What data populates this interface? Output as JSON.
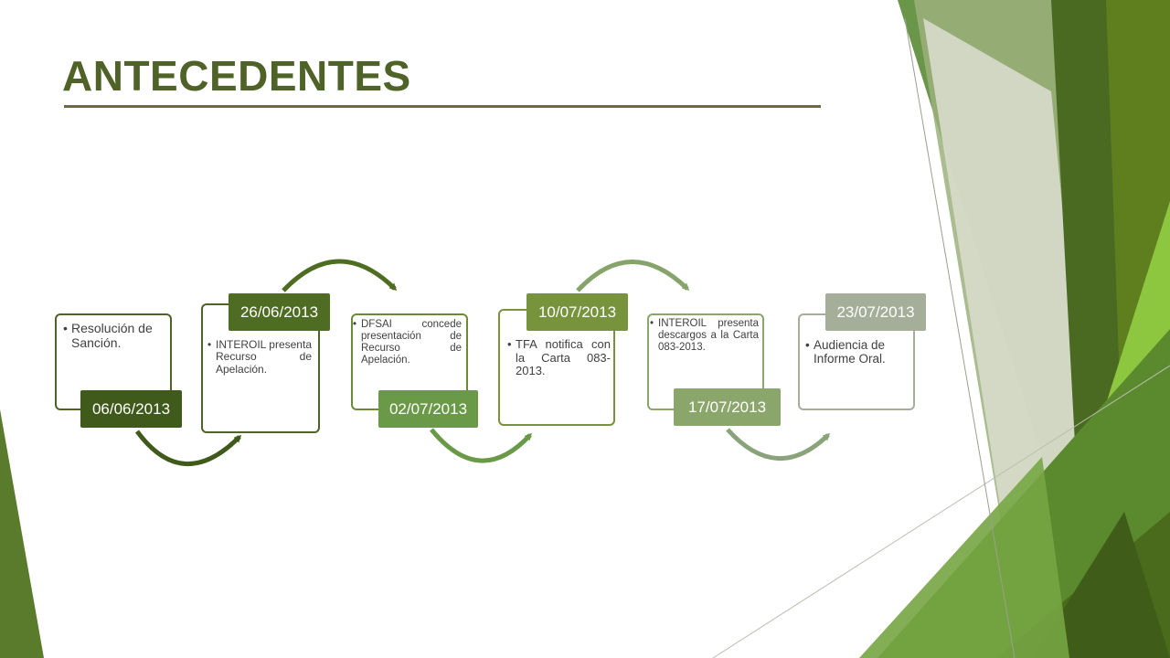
{
  "slide": {
    "title": "ANTECEDENTES"
  },
  "timeline": {
    "events": [
      {
        "date": "06/06/2013",
        "text": "Resolución de Sanción.",
        "color": "#4f6228"
      },
      {
        "date": "26/06/2013",
        "text": "INTEROIL presenta Recurso de Apelación.",
        "color": "#4f6228"
      },
      {
        "date": "02/07/2013",
        "text": "DFSAI concede presentación de Recurso de Apelación.",
        "color": "#6a8a35"
      },
      {
        "date": "10/07/2013",
        "text": "TFA notifica con la Carta 083-2013.",
        "color": "#77933c"
      },
      {
        "date": "17/07/2013",
        "text": "INTEROIL presenta descargos a la Carta 083-2013.",
        "color": "#8ba66a"
      },
      {
        "date": "23/07/2013",
        "text": "Audiencia de Informe Oral.",
        "color": "#a4ae98"
      }
    ]
  },
  "theme": {
    "title_color": "#4f6228",
    "greens": [
      "#4f6d22",
      "#6a9a48",
      "#8dc63f",
      "#aab68f",
      "#d9dccf"
    ]
  }
}
